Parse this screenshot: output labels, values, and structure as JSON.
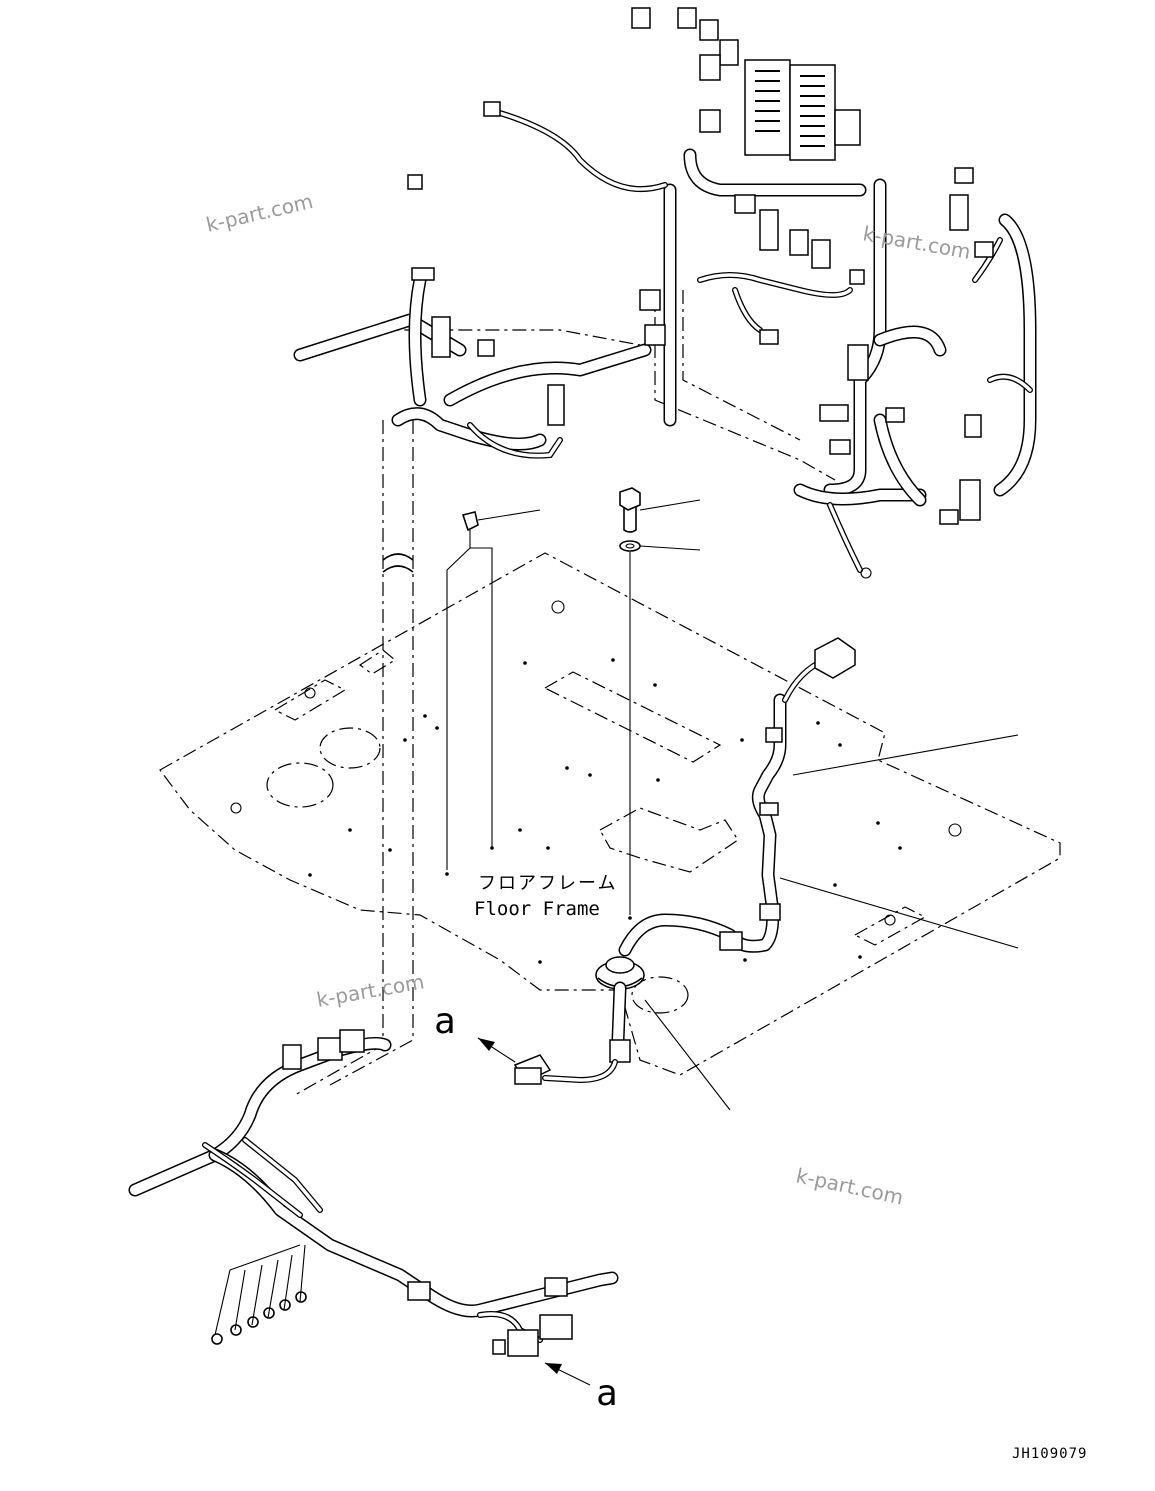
{
  "labels": {
    "floor_frame_jp": "フロアフレーム",
    "floor_frame_en": "Floor Frame",
    "ref_a_left": "a",
    "ref_a_right": "a",
    "drawing_number": "JH109079"
  },
  "watermarks": [
    "k-part.com",
    "k-part.com",
    "k-part.com",
    "k-part.com"
  ]
}
